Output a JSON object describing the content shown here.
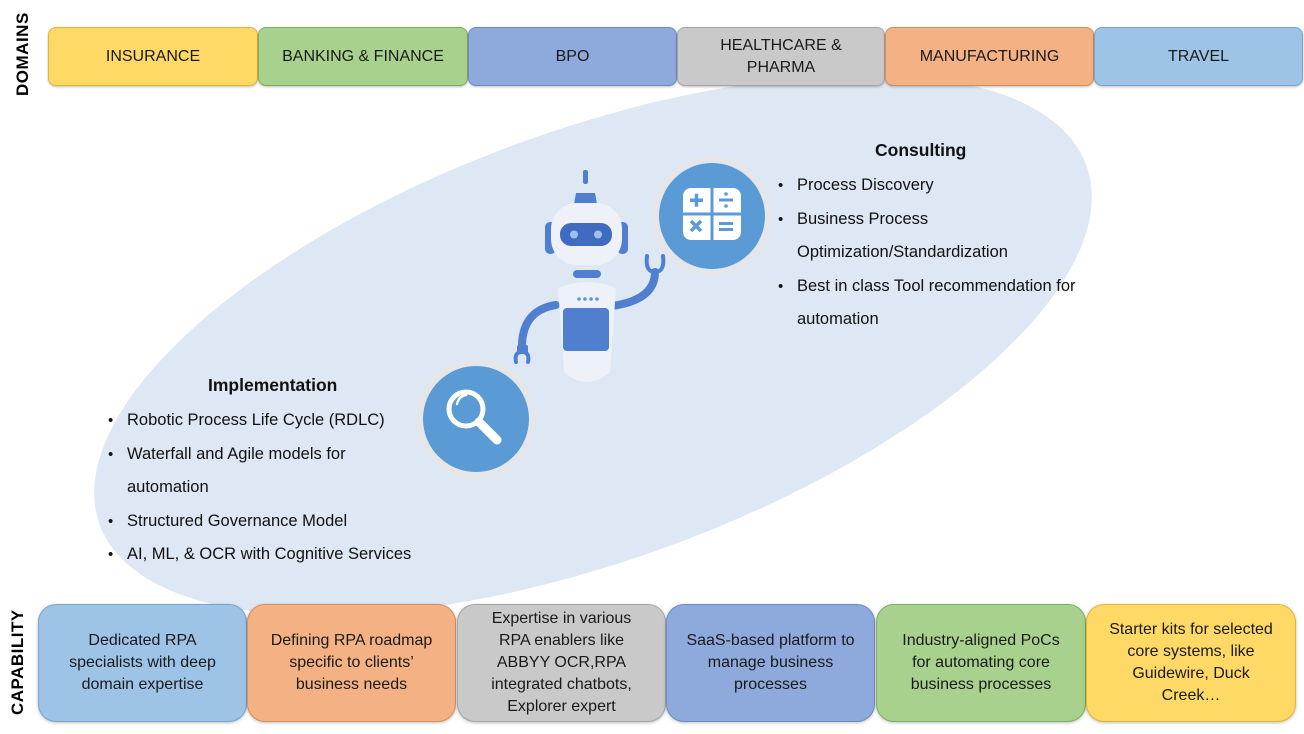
{
  "colors": {
    "ellipse": "#dde8f4",
    "robot_blue": "#4f7fce",
    "robot_body": "#eef1f7",
    "icon_circle": "#5b9bd5",
    "icon_ring": "#e4e6ea"
  },
  "side_labels": {
    "domains": "DOMAINS",
    "capability": "CAPABILITY"
  },
  "domains": [
    {
      "label": "INSURANCE",
      "color": "#ffd966",
      "border": "#e6b530"
    },
    {
      "label": "BANKING & FINANCE",
      "color": "#a9d18e",
      "border": "#7fae62"
    },
    {
      "label": "BPO",
      "color": "#8ea9db",
      "border": "#6f8cc4"
    },
    {
      "label": "HEALTHCARE & PHARMA",
      "color": "#c9c9c9",
      "border": "#a5a5a5"
    },
    {
      "label": "MANUFACTURING",
      "color": "#f4b183",
      "border": "#d88d5c"
    },
    {
      "label": "TRAVEL",
      "color": "#9dc3e6",
      "border": "#78a5cf"
    }
  ],
  "consulting": {
    "title": "Consulting",
    "items": [
      "Process Discovery",
      "Business Process Optimization/Standardization",
      "Best in class Tool recommendation for automation"
    ]
  },
  "implementation": {
    "title": "Implementation",
    "items": [
      "Robotic Process Life Cycle (RDLC)",
      "Waterfall and Agile models for automation",
      "Structured Governance Model",
      "AI, ML, & OCR with Cognitive Services"
    ]
  },
  "icons": {
    "calculator": "calculator-icon",
    "magnifier": "magnifier-icon",
    "robot": "robot-illustration"
  },
  "capabilities": [
    {
      "text": "Dedicated RPA specialists with deep domain expertise",
      "color": "#9dc3e6",
      "border": "#78a5cf"
    },
    {
      "text": "Defining RPA roadmap specific to clients’ business needs",
      "color": "#f4b183",
      "border": "#d88d5c"
    },
    {
      "text": "Expertise in various RPA enablers like ABBYY OCR,RPA integrated chatbots, Explorer expert",
      "color": "#c9c9c9",
      "border": "#a5a5a5"
    },
    {
      "text": "SaaS-based platform to manage business processes",
      "color": "#8ea9db",
      "border": "#6f8cc4"
    },
    {
      "text": "Industry-aligned PoCs for automating core business processes",
      "color": "#a9d18e",
      "border": "#7fae62"
    },
    {
      "text": "Starter kits for selected core systems, like Guidewire, Duck Creek…",
      "color": "#ffd966",
      "border": "#e6b530"
    }
  ]
}
